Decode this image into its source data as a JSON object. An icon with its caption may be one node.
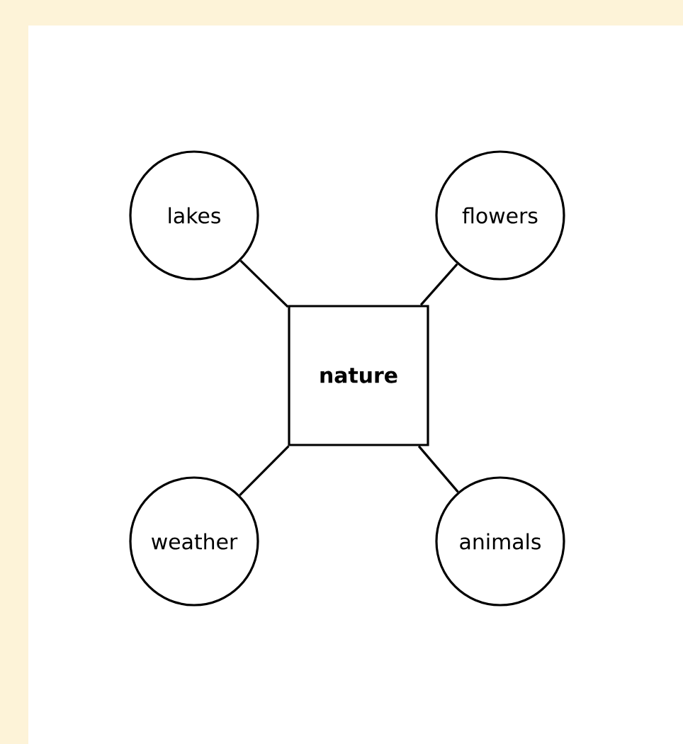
{
  "diagram": {
    "nodes": [
      {
        "text": [
          "lakes"
        ]
      },
      {
        "text": [
          "flowers"
        ]
      },
      {
        "text": [
          "nature"
        ]
      },
      {
        "text": [
          "weather"
        ]
      },
      {
        "text": [
          "animals"
        ]
      }
    ],
    "edges": [
      {
        "from": 2,
        "to": 0,
        "arrow": "none"
      },
      {
        "from": 2,
        "to": 1,
        "arrow": "none"
      },
      {
        "from": 2,
        "to": 3,
        "arrow": "none"
      },
      {
        "from": 2,
        "to": 4,
        "arrow": "none"
      }
    ]
  }
}
